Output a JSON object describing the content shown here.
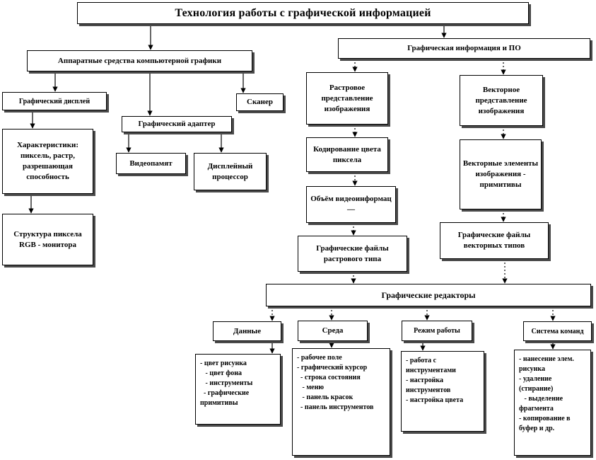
{
  "title": "Технология работы с графической информацией",
  "hardware": {
    "root": "Аппаратные средства компьютерной графики",
    "display": "Графический дисплей",
    "display_chars": "Характеристики: пиксель, растр, разрешающая способность",
    "pixel_structure": "Структура пиксела RGB - монитора",
    "adapter": "Графический адаптер",
    "videomemory": "Видеопамят",
    "display_processor": "Дисплейный процессор",
    "scanner": "Сканер"
  },
  "software": {
    "root": "Графическая информация и ПО",
    "raster": "Растровое представление изображения",
    "color_coding": "Кодирование цвета пиксела",
    "volume": "Объём видеоинформац —",
    "raster_files": "Графические файлы растрового типа",
    "vector": "Векторное представление изображения",
    "vector_elements": "Векторные элементы изображения - примитивы",
    "vector_files": "Графические файлы векторных типов"
  },
  "editors": {
    "root": "Графические редакторы",
    "data": "Данные",
    "env": "Среда",
    "modes": "Режим работы",
    "commands": "Система команд",
    "data_list": "- цвет рисунка\n   - цвет фона\n   - инструменты\n  - графические примитивы",
    "env_list": "- рабочее поле\n- графический курсор\n  - строка состояния\n   - меню\n   - панель красок\n  - панель инструментов",
    "modes_list": "- работа с инструментами\n- настройка инструментов\n- настройка цвета",
    "commands_list": "- нанесение элем. рисунка\n- удаление (стирание)\n   - выделение фрагмента\n- копирование в буфер и др."
  }
}
